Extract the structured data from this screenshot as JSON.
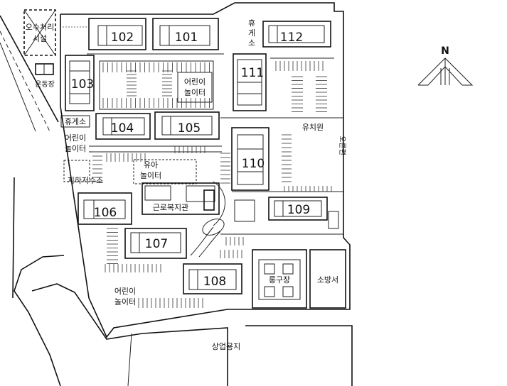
{
  "buildings": {
    "b101": "101",
    "b102": "102",
    "b103": "103",
    "b104": "104",
    "b105": "105",
    "b106": "106",
    "b107": "107",
    "b108": "108",
    "b109": "109",
    "b110": "110",
    "b111": "111",
    "b112": "112"
  },
  "facilities": {
    "sewage_line1": "오수처리",
    "sewage_line2": "시설",
    "sports": "운동장",
    "playground_top_line1": "어린이",
    "playground_top_line2": "놀이터",
    "rest_left": "휴게소",
    "playground_left_line1": "어린이",
    "playground_left_line2": "놀이터",
    "infant_play_line1": "유아",
    "infant_play_line2": "놀이터",
    "underground_water": "지하저수조",
    "welfare": "근로복지관",
    "rest_top_line1": "휴",
    "rest_top_line2": "게",
    "rest_top_line3": "소",
    "kindergarten": "유치원",
    "side_label": "오른편",
    "court": "롱구장",
    "fire_station": "소방서",
    "playground_bottom_line1": "어린이",
    "playground_bottom_line2": "놀이터"
  },
  "roads": {
    "commerce": "상업용지"
  },
  "compass": {
    "north": "N"
  }
}
